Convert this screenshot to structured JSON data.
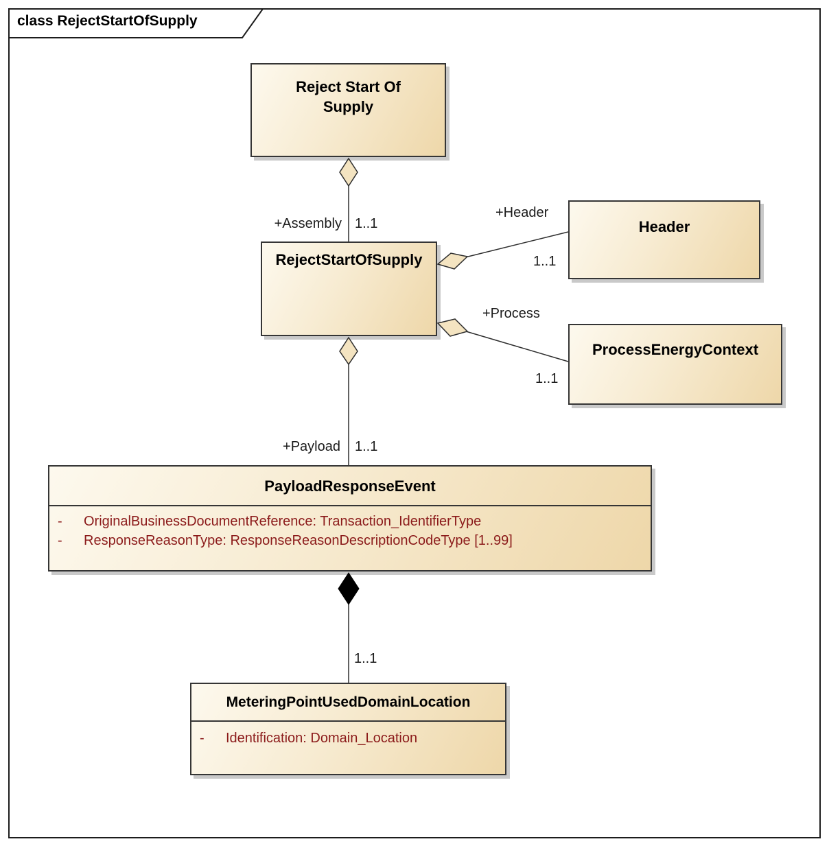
{
  "diagram": {
    "tab_label": "class RejectStartOfSupply"
  },
  "colors": {
    "box_fill_start": "#fdf9ee",
    "box_fill_end": "#eed7a9",
    "box_border": "#353535",
    "shadow": "#c9c9c9",
    "attribute_text": "#8b1a1a",
    "diamond_fill": "#f4e4c1",
    "composition_diamond_fill": "#000000"
  },
  "classes": {
    "reject_start_of_supply": {
      "name_line1": "Reject Start Of",
      "name_line2": "Supply"
    },
    "rejectstartofsupply": {
      "name": "RejectStartOfSupply"
    },
    "header": {
      "name": "Header"
    },
    "process_energy_context": {
      "name": "ProcessEnergyContext"
    },
    "payload_response_event": {
      "name": "PayloadResponseEvent",
      "attributes": [
        {
          "visibility": "-",
          "text": "OriginalBusinessDocumentReference: Transaction_IdentifierType"
        },
        {
          "visibility": "-",
          "text": "ResponseReasonType: ResponseReasonDescriptionCodeType [1..99]"
        }
      ]
    },
    "metering_point_used_domain_location": {
      "name": "MeteringPointUsedDomainLocation",
      "attributes": [
        {
          "visibility": "-",
          "text": "Identification: Domain_Location"
        }
      ]
    }
  },
  "connectors": {
    "assembly": {
      "role": "+Assembly",
      "multiplicity": "1..1",
      "type": "aggregation"
    },
    "header": {
      "role": "+Header",
      "multiplicity": "1..1",
      "type": "aggregation"
    },
    "process": {
      "role": "+Process",
      "multiplicity": "1..1",
      "type": "aggregation"
    },
    "payload": {
      "role": "+Payload",
      "multiplicity": "1..1",
      "type": "aggregation"
    },
    "metering_point": {
      "multiplicity": "1..1",
      "type": "composition"
    }
  }
}
